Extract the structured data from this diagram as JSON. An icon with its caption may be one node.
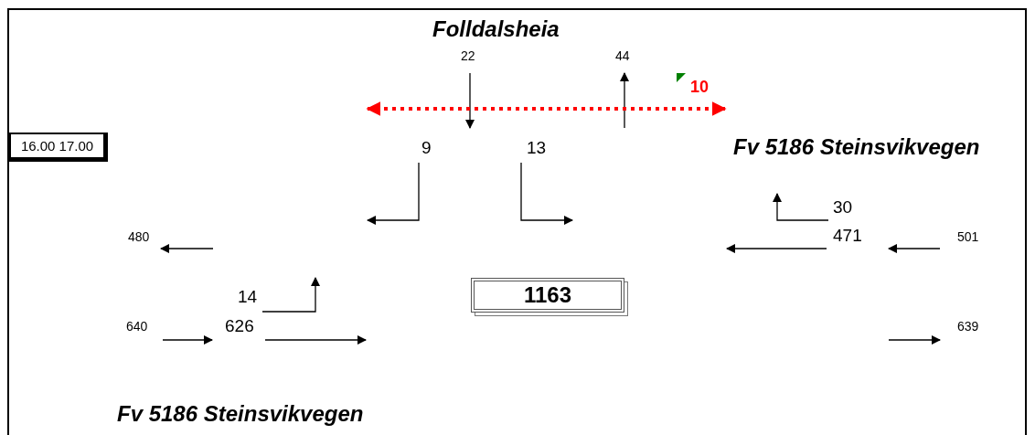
{
  "diagram": {
    "nodes": [
      {
        "text": [
          "16.00 17.00"
        ]
      },
      {
        "text": [
          "1163"
        ]
      }
    ],
    "labels": [
      "Folldalsheia",
      "22",
      "44",
      "10",
      "9",
      "13",
      "Fv 5186 Steinsvikvegen",
      "30",
      "480",
      "471",
      "501",
      "14",
      "640",
      "626",
      "639",
      "Fv 5186 Steinsvikvegen"
    ]
  }
}
